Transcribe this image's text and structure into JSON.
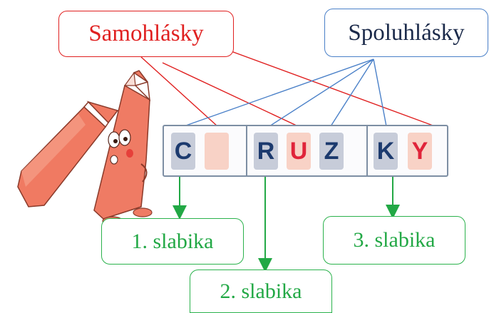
{
  "labels": {
    "vowels": "Samohlásky",
    "consonants": "Spoluhlásky"
  },
  "letters": [
    "C",
    "",
    "R",
    "U",
    "Z",
    "K",
    "Y"
  ],
  "syllables": {
    "first": "1. slabika",
    "second": "2. slabika",
    "third": "3. slabika"
  },
  "colors": {
    "vowels": "#e02020",
    "consonants": "#4a80c8",
    "syllables": "#22a845",
    "consonant_tile": "#c7ccd9",
    "vowel_tile": "#f8d2c6"
  },
  "illustration": "two-crayon-characters"
}
